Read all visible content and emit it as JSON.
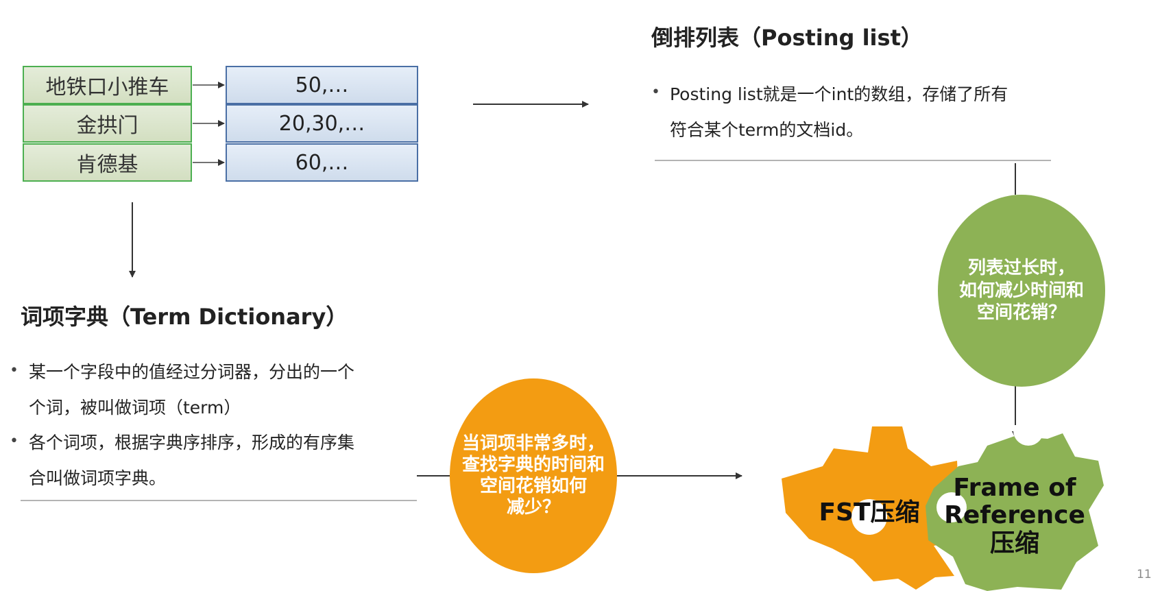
{
  "term_table": {
    "terms": [
      "地铁口小推车",
      "金拱门",
      "肯德基"
    ],
    "postings": [
      "50,…",
      "20,30,…",
      "60,…"
    ]
  },
  "posting_list": {
    "heading": "倒排列表（Posting list）",
    "bullet_1_line_1": "Posting list就是一个int的数组，存储了所有",
    "bullet_1_line_2": "符合某个term的文档id。"
  },
  "term_dictionary": {
    "heading": "词项字典（Term Dictionary）",
    "bullet_1_line_1": "某一个字段中的值经过分词器，分出的一个",
    "bullet_1_line_2": "个词，被叫做词项（term）",
    "bullet_2_line_1": "各个词项，根据字典序排序，形成的有序集",
    "bullet_2_line_2": "合叫做词项字典。"
  },
  "question_orange": {
    "line_1": "当词项非常多时，",
    "line_2": "查找字典的时间和",
    "line_3": "空间花销如何",
    "line_4": "减少？"
  },
  "question_green": {
    "line_1": "列表过长时，",
    "line_2": "如何减少时间和",
    "line_3": "空间花销？"
  },
  "gears": {
    "fst_label": "FST压缩",
    "for_line_1": "Frame of",
    "for_line_2": "Reference",
    "for_line_3": "压缩"
  },
  "page_number": "11",
  "colors": {
    "orange": "#f39c12",
    "green": "#8db255",
    "term_border": "#4caf50",
    "posting_border": "#4a6fa5"
  }
}
